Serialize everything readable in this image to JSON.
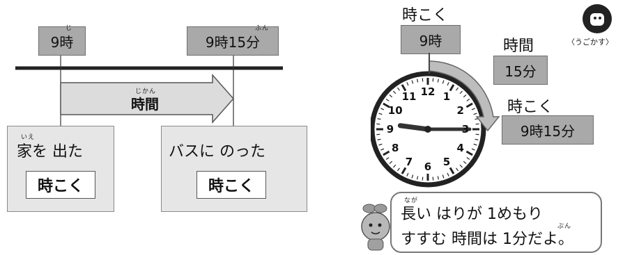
{
  "timeline": {
    "start_time_label": "9時",
    "start_furigana": "じ",
    "end_time_label": "9時15分",
    "end_furigana": "ふん",
    "duration_label": "時間",
    "duration_furigana": "じかん"
  },
  "event_left": {
    "text": "家を 出た",
    "furigana": "いえ",
    "box_label": "時こく"
  },
  "event_right": {
    "text": "バスに のった",
    "box_label": "時こく"
  },
  "clock_panel": {
    "top_caption": "時こく",
    "start_time_label": "9時",
    "duration_caption": "時間",
    "duration_value": "15分",
    "end_caption": "時こく",
    "end_time_label": "9時15分",
    "activity_label": "〈うごかす〉",
    "clock": {
      "hour": 9,
      "minute": 15
    },
    "numerals": [
      "12",
      "1",
      "2",
      "3",
      "4",
      "5",
      "6",
      "7",
      "8",
      "9",
      "10",
      "11"
    ]
  },
  "speech": {
    "line1": "長い はりが 1めもり",
    "line1_furigana": "なが",
    "line2": "すすむ 時間は 1分だよ。",
    "line2_furigana": "ぷん"
  },
  "colors": {
    "box_gray": "#a9a9a9",
    "box_light": "#e6e6e6",
    "arrow_gray": "#dcdcdc"
  }
}
